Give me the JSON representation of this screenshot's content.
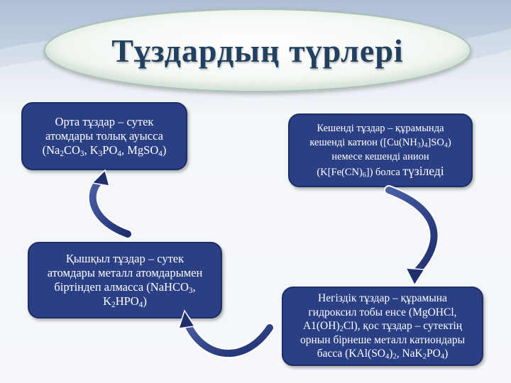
{
  "title": "Тұздардың түрлері",
  "boxes": {
    "normal": {
      "line1": "Орта тұздар – сутек",
      "line2": "атомдары толық ауысса",
      "f_open": "(Na",
      "f_s1": "2",
      "f_t1": "CO",
      "f_s2": "3",
      "f_t2": ", K",
      "f_s3": "3",
      "f_t3": "PO",
      "f_s4": "4",
      "f_t4": ", MgSO",
      "f_s5": "4",
      "f_close": ")"
    },
    "complex": {
      "line1": "Кешенді тұздар – құрамында",
      "line2a": "кешенді катион ([Cu(NH",
      "line2_s1": "3",
      "line2b": ")",
      "line2_s2": "4",
      "line2c": "]SO",
      "line2_s3": "4",
      "line2d": ")",
      "line3": "немесе кешенді анион",
      "line4a": "(K[Fe(CN)",
      "line4_s1": "6",
      "line4b": "]) болса ",
      "line4c": "түзіледі"
    },
    "acid": {
      "line1": "Қышқыл тұздар – сутек",
      "line2": "атомдары металл атомдарымен",
      "line3": "біртіндеп алмасса (NaHCO",
      "line3_s1": "3",
      "line3_t": ",",
      "line4a": "K",
      "line4_s1": "2",
      "line4b": "HPO",
      "line4_s2": "4",
      "line4c": ")"
    },
    "basic": {
      "line1": "Негіздік тұздар – құрамына",
      "line2": "гидроксил тобы енсе (MgOHCl,",
      "line3a": "A1(OH)",
      "line3_s1": "2",
      "line3b": "Cl), қос тұздар – сутектің",
      "line4": "орнын бірнеше металл катиондары",
      "line5a": "басса (KAl(SO",
      "line5_s1": "4",
      "line5b": ")",
      "line5_s2": "2",
      "line5c": ", NaK",
      "line5_s3": "2",
      "line5d": "PO",
      "line5_s4": "4",
      "line5e": ")"
    }
  },
  "colors": {
    "box_fill": "#2b3f85",
    "box_text": "#ffffff",
    "title_text": "#22405f",
    "arrow": "#2b3f85"
  }
}
